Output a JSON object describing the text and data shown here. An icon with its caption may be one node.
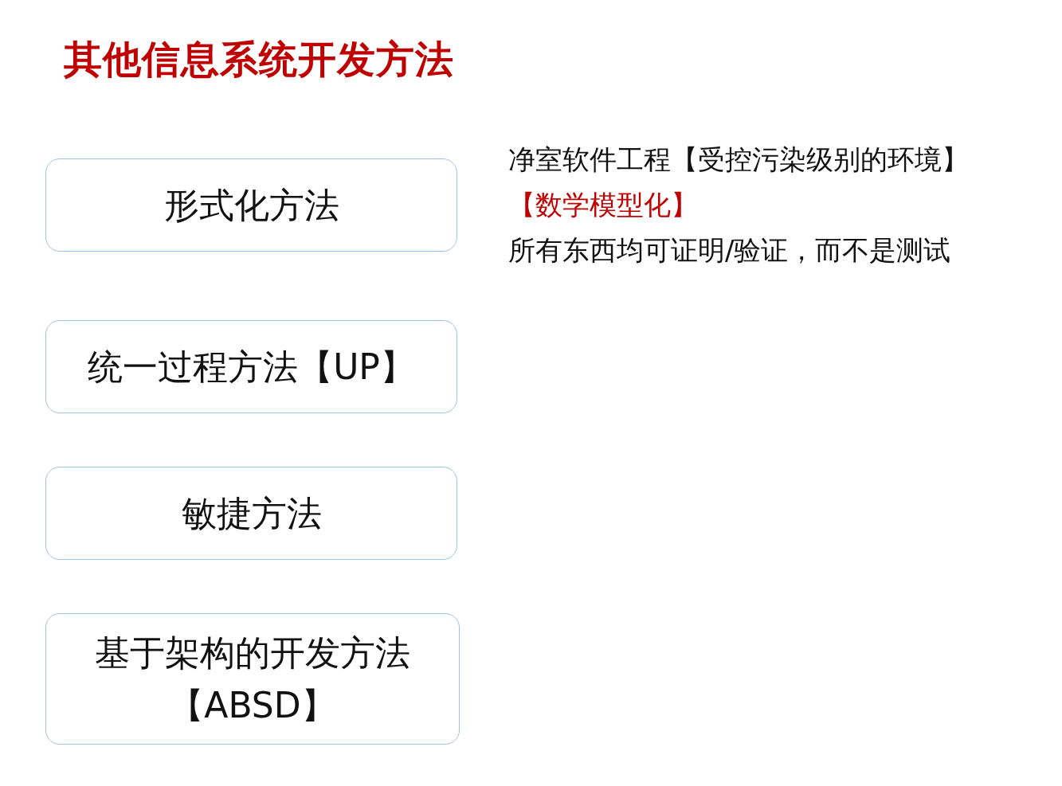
{
  "diagram": {
    "title": "其他信息系统开发方法",
    "nodes": [
      {
        "text": [
          "形式化方法"
        ],
        "beside": [
          "净室软件工程【受控污染级别的环境】",
          "【数学模型化】",
          "所有东西均可证明/验证，而不是测试"
        ]
      },
      {
        "text": [
          "统一过程方法【UP】"
        ]
      },
      {
        "text": [
          "敏捷方法"
        ]
      },
      {
        "text": [
          "基于架构的开发方法【ABSD】"
        ]
      }
    ]
  }
}
